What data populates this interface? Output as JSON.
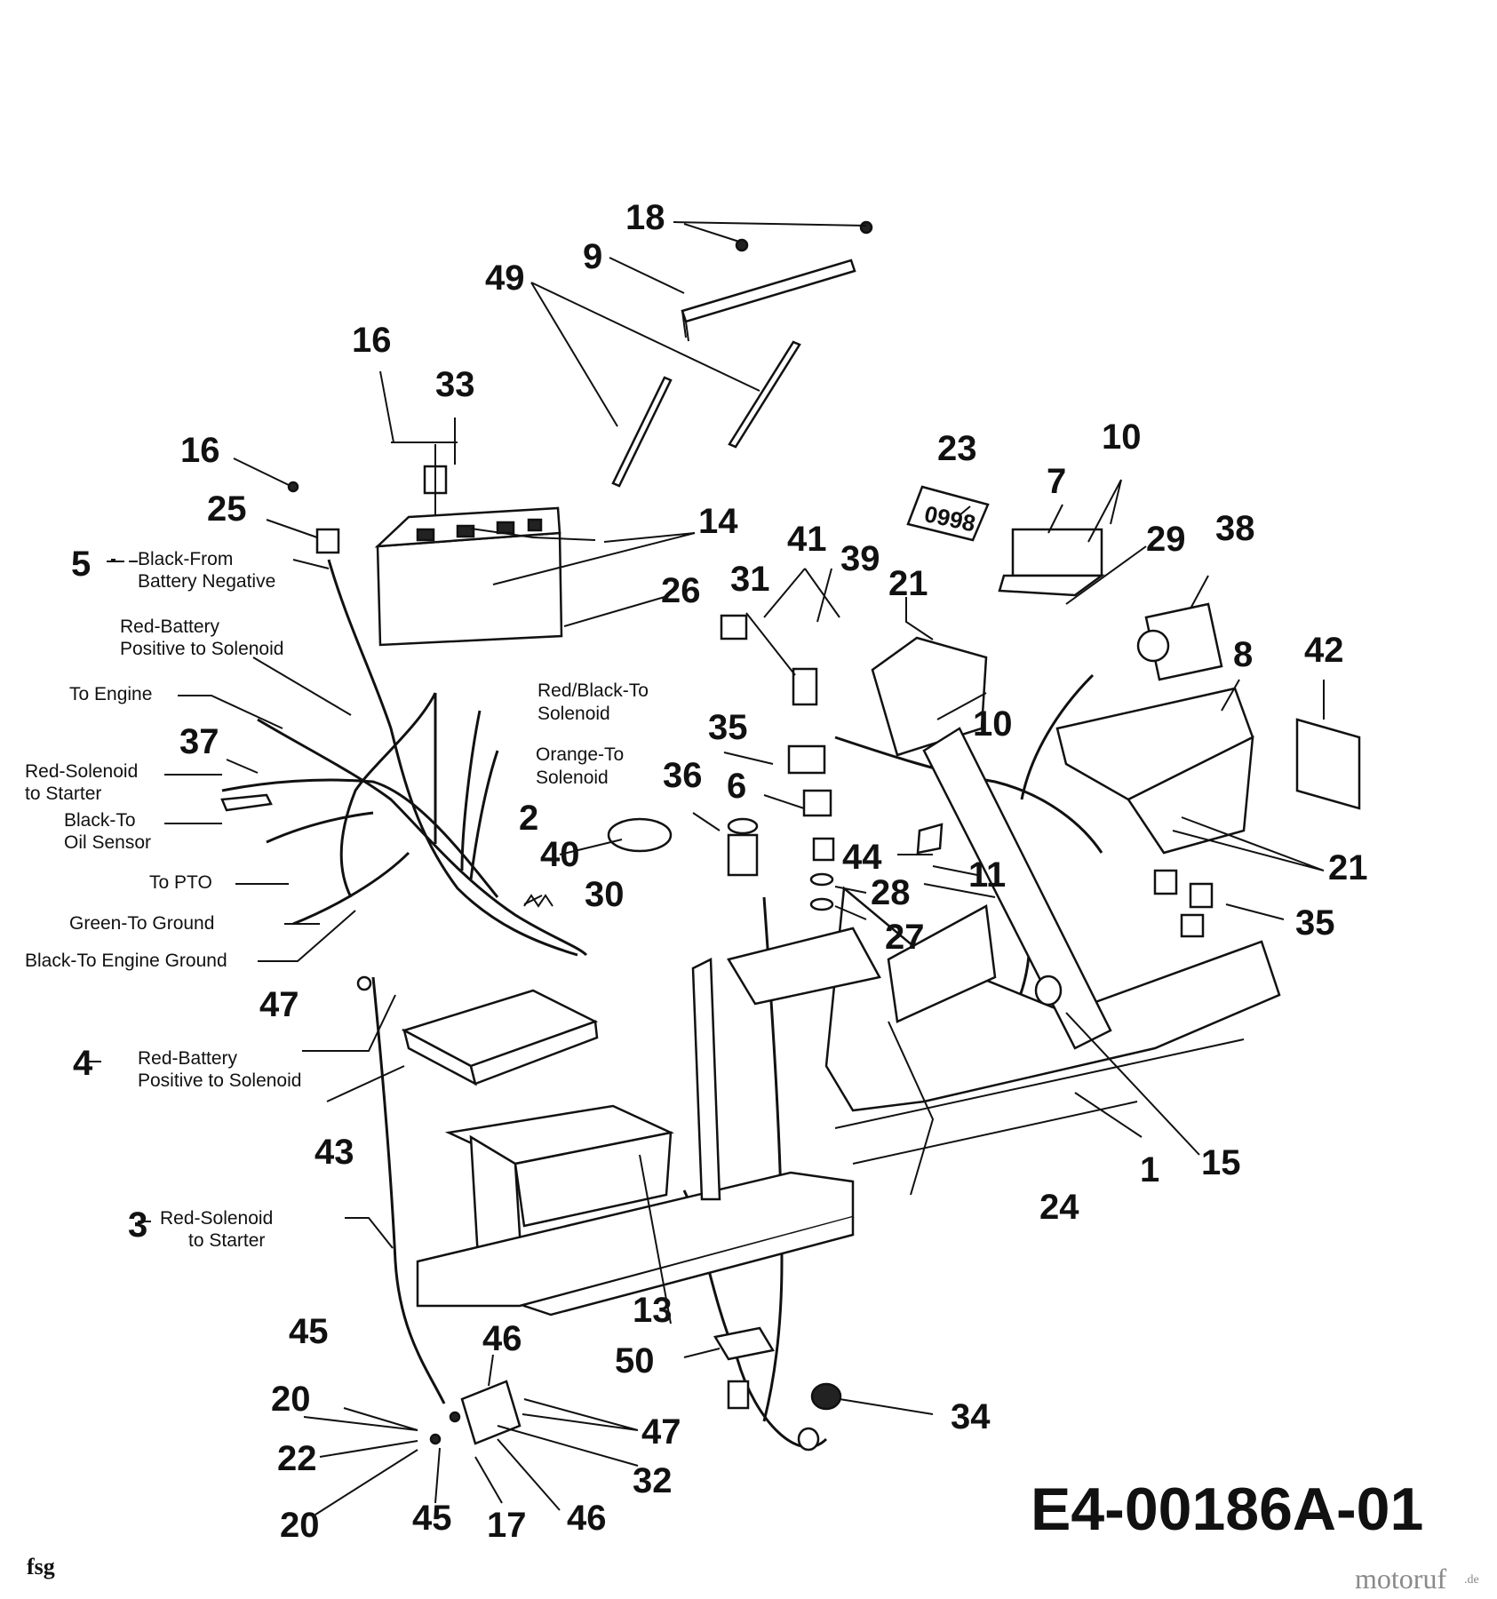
{
  "diagram_code": "E4-00186A-01",
  "footer_initials": "fsg",
  "watermark": {
    "brand": "motoruf",
    "tld": ".de"
  },
  "callouts": {
    "c1": "1",
    "c2": "2",
    "c3": "3",
    "c4": "4",
    "c5": "5",
    "c6": "6",
    "c7": "7",
    "c8": "8",
    "c9": "9",
    "c10a": "10",
    "c10b": "10",
    "c11": "11",
    "c13": "13",
    "c14": "14",
    "c15": "15",
    "c16a": "16",
    "c16b": "16",
    "c17": "17",
    "c18": "18",
    "c20a": "20",
    "c20b": "20",
    "c21a": "21",
    "c21b": "21",
    "c22": "22",
    "c23": "23",
    "c24": "24",
    "c25": "25",
    "c26": "26",
    "c27": "27",
    "c28": "28",
    "c29": "29",
    "c30": "30",
    "c31": "31",
    "c32": "32",
    "c33": "33",
    "c34": "34",
    "c35a": "35",
    "c35b": "35",
    "c36": "36",
    "c37": "37",
    "c38": "38",
    "c39": "39",
    "c40": "40",
    "c41": "41",
    "c42": "42",
    "c43": "43",
    "c44": "44",
    "c45a": "45",
    "c45b": "45",
    "c46a": "46",
    "c46b": "46",
    "c47a": "47",
    "c47b": "47",
    "c49": "49",
    "c50": "50"
  },
  "wire_labels": {
    "w5_l1": "Black-From",
    "w5_l2": "Battery Negative",
    "red_batt_l1": "Red-Battery",
    "red_batt_l2": "Positive to Solenoid",
    "to_engine": "To Engine",
    "red_sol_l1": "Red-Solenoid",
    "red_sol_l2": "to Starter",
    "black_oil_l1": "Black-To",
    "black_oil_l2": "Oil Sensor",
    "to_pto": "To PTO",
    "green_ground": "Green-To Ground",
    "black_engine_ground": "Black-To Engine Ground",
    "w4_l1": "Red-Battery",
    "w4_l2": "Positive to Solenoid",
    "w3_l1": "Red-Solenoid",
    "w3_l2": "to Starter",
    "redblack_l1": "Red/Black-To",
    "redblack_l2": "Solenoid",
    "orange_l1": "Orange-To",
    "orange_l2": "Solenoid"
  },
  "decal_text": "0998"
}
